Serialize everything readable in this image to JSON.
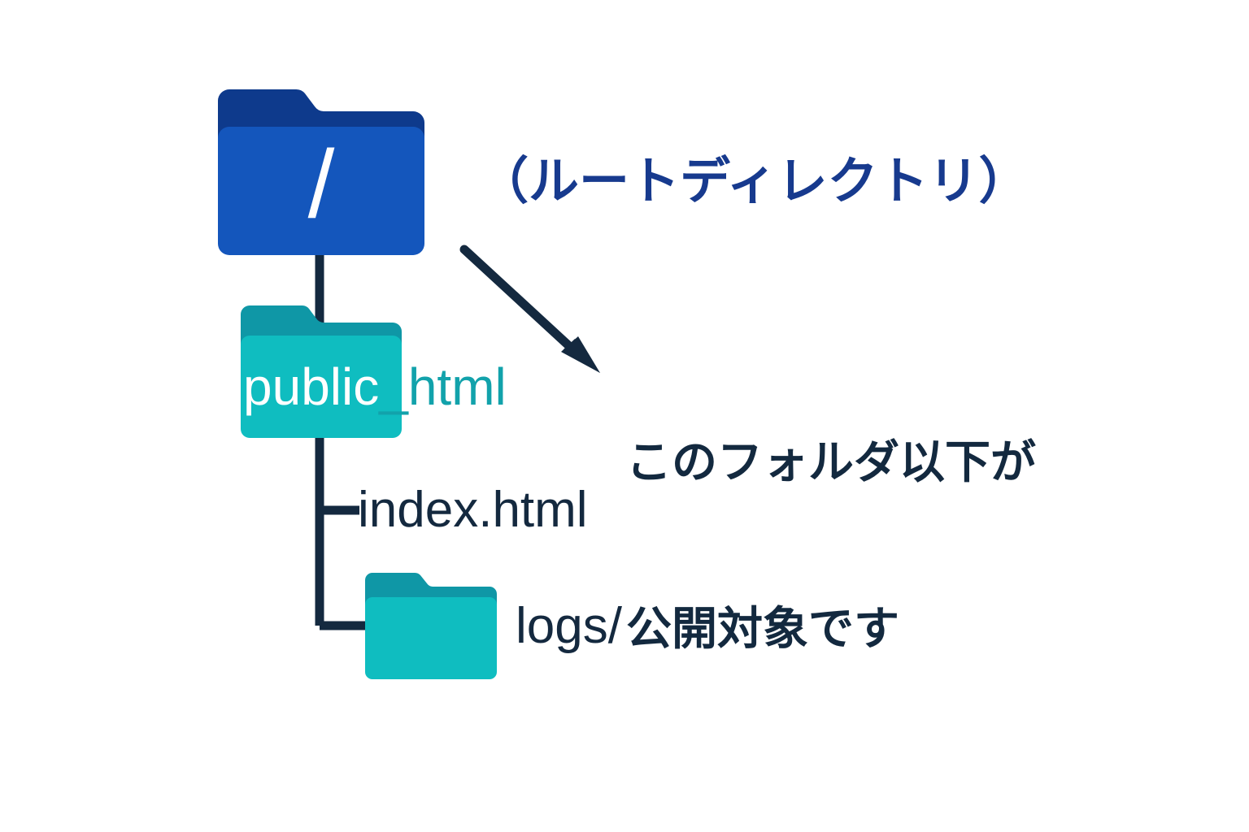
{
  "diagram": {
    "title_text": "",
    "background_color": "#ffffff",
    "nodes": [
      {
        "id": "root",
        "icon": "folder-icon",
        "label": "/",
        "label_color": "#ffffff",
        "folder_body_color": "#1456bc",
        "folder_tab_color": "#0e3a8c",
        "depth": 0
      },
      {
        "id": "public_html",
        "icon": "folder-icon",
        "label_on_folder": "public",
        "label_off_folder": "_html",
        "label_full": "public_html",
        "folder_body_color": "#0fbdc0",
        "folder_tab_color": "#0f97a6",
        "depth": 1
      },
      {
        "id": "index_html",
        "icon": "file-none",
        "label": "index.html",
        "label_color": "#14293f",
        "depth": 2
      },
      {
        "id": "logs",
        "icon": "folder-icon",
        "label": "logs/",
        "label_color": "#14293f",
        "folder_body_color": "#0fbdc0",
        "folder_tab_color": "#0f97a6",
        "depth": 2
      }
    ],
    "annotations": {
      "root_note": "（ルートディレクトリ）",
      "root_note_color": "#173a8e",
      "callout_line1": "このフォルダ以下が",
      "callout_line2": "公開対象です",
      "callout_color": "#13293f",
      "arrow": {
        "name": "arrow-pointing-to-public-html-callout",
        "color": "#14293f",
        "from": "（ルートディレクトリ） area",
        "to": "このフォルダ以下が"
      }
    },
    "connector_color": "#14293f"
  }
}
